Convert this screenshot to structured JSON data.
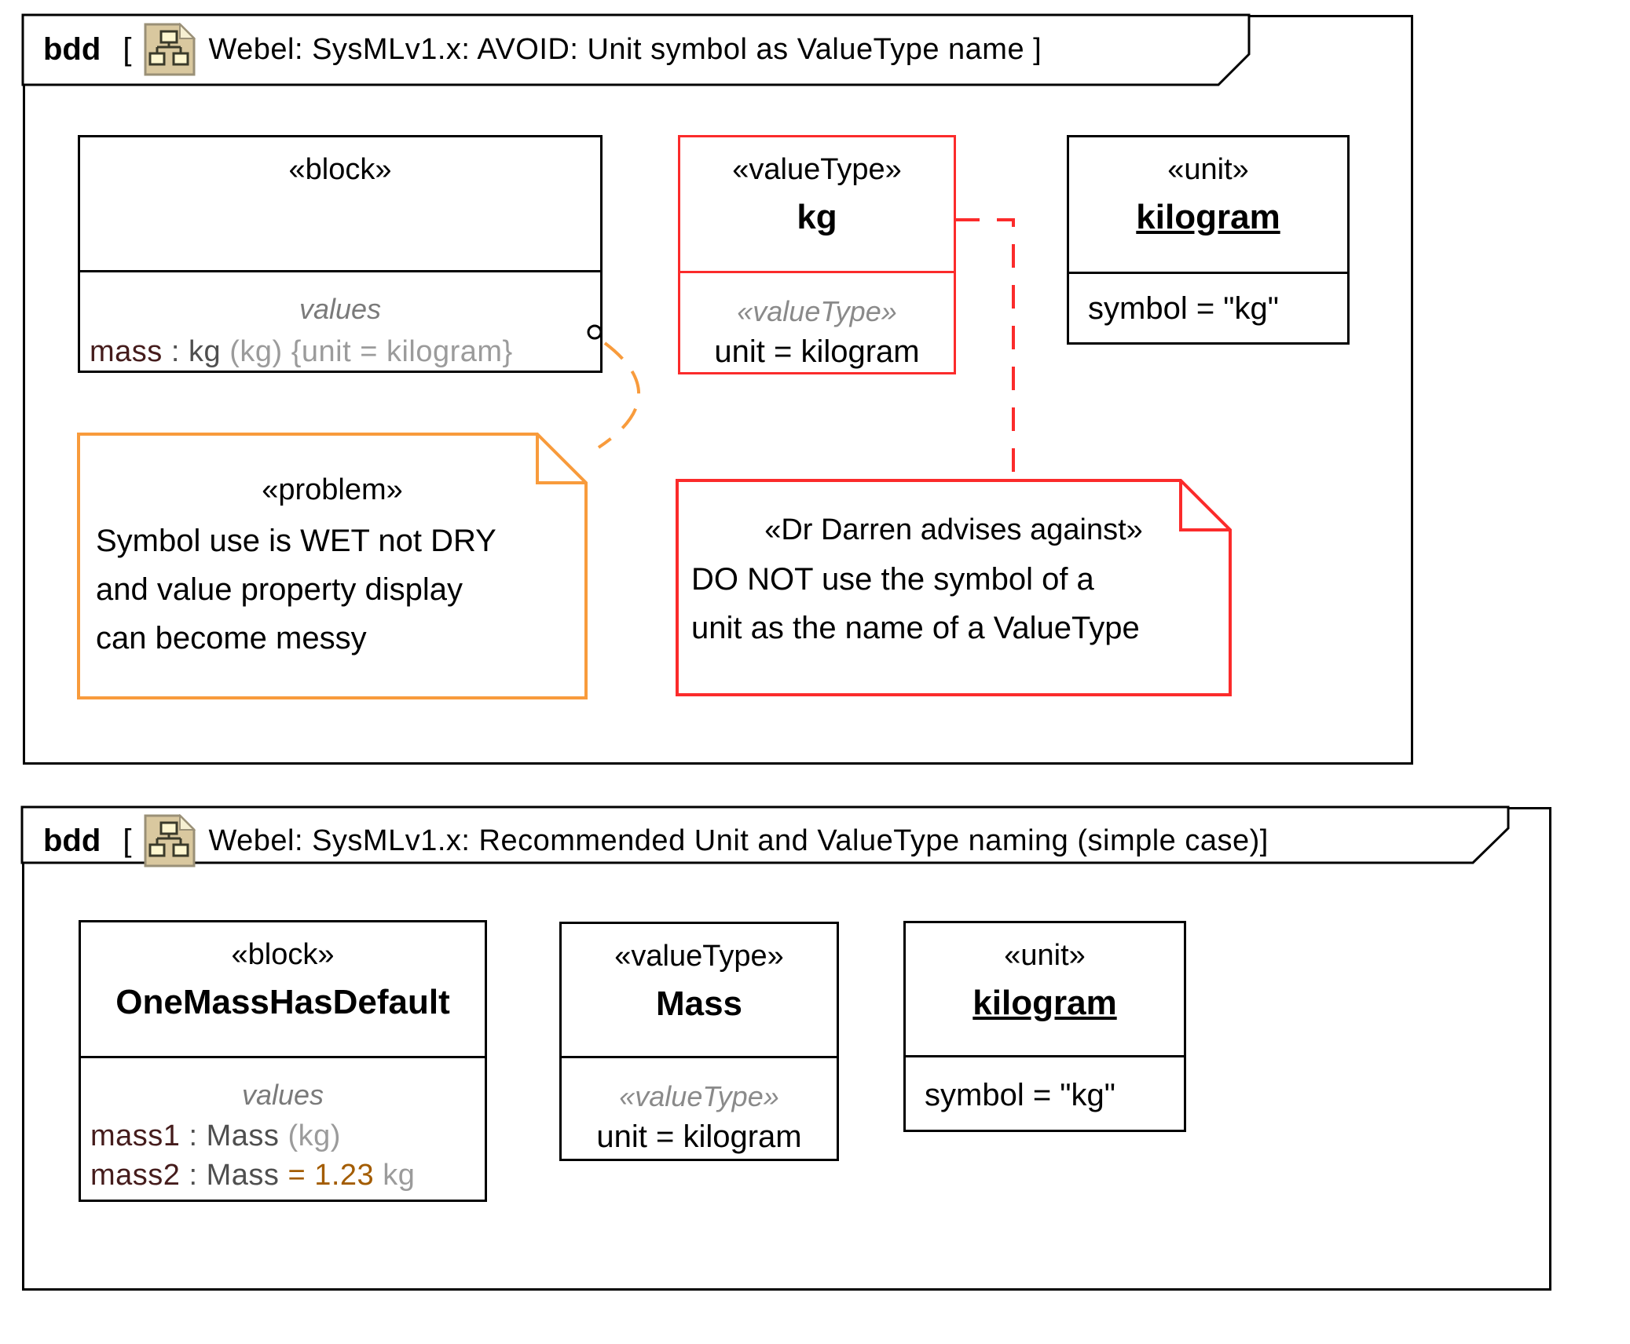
{
  "colors": {
    "accent_red": "#fb2b2b",
    "note_orange": "#f89b3c",
    "property_name": "#451c1c",
    "default_value": "#a35c00",
    "muted_gray": "#9b9b9b",
    "type_gray": "#4f4f4f"
  },
  "diagrams": [
    {
      "kind": "bdd",
      "bracket": "[",
      "title": "Webel: SysMLv1.x: AVOID: Unit symbol as ValueType name ]",
      "block": {
        "stereotype": "«block»",
        "name": "",
        "values_label": "values",
        "prop": {
          "name": "mass",
          "sep": " : ",
          "type": "kg ",
          "suffix": "(kg) {unit = kilogram}"
        }
      },
      "value_type": {
        "stereotype": "«valueType»",
        "name": "kg",
        "inner_stereotype": "«valueType»",
        "unit_line": "unit = kilogram"
      },
      "unit": {
        "stereotype": "«unit»",
        "name": "kilogram",
        "symbol_line": "symbol = \"kg\""
      },
      "problem_note": {
        "stereotype": "«problem»",
        "lines": [
          "Symbol use is WET not DRY",
          "and value property display",
          "can become messy"
        ]
      },
      "advice_note": {
        "stereotype": "«Dr Darren advises against»",
        "lines": [
          "DO NOT use the symbol of a",
          "unit as the name of a ValueType"
        ]
      }
    },
    {
      "kind": "bdd",
      "bracket": "[",
      "title": "Webel: SysMLv1.x: Recommended Unit and ValueType naming (simple case)]",
      "block": {
        "stereotype": "«block»",
        "name": "OneMassHasDefault",
        "values_label": "values",
        "props": [
          {
            "name": "mass1",
            "sep": " : ",
            "type": "Mass ",
            "suffix": "(kg)"
          },
          {
            "name": "mass2",
            "sep": " : ",
            "type": "Mass ",
            "default": "= 1.23",
            "unit": " kg"
          }
        ]
      },
      "value_type": {
        "stereotype": "«valueType»",
        "name": "Mass",
        "inner_stereotype": "«valueType»",
        "unit_line": "unit = kilogram"
      },
      "unit": {
        "stereotype": "«unit»",
        "name": "kilogram",
        "symbol_line": "symbol = \"kg\""
      }
    }
  ]
}
